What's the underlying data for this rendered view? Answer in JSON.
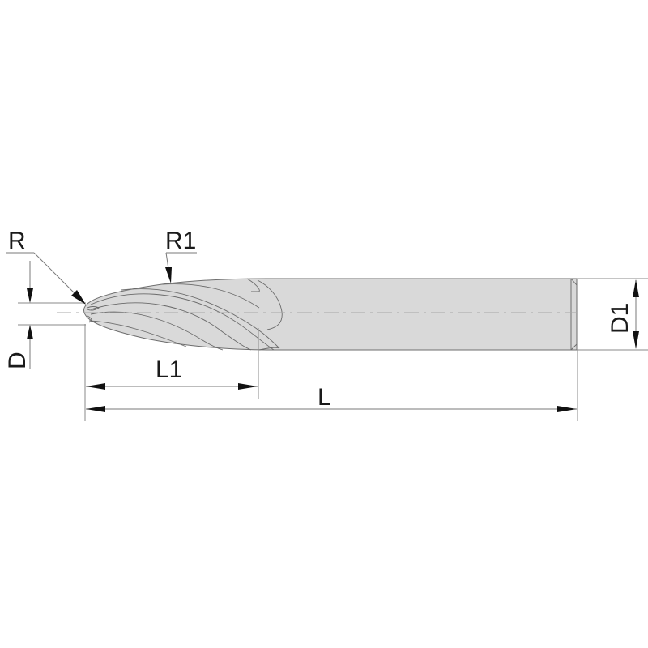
{
  "diagram": {
    "subject": "tapered ball-nose end mill",
    "colors": {
      "background": "#ffffff",
      "tool_body": "#d9d9d9",
      "outline": "#6e6e6e",
      "dimension_lines": "#7a7a7a",
      "arrowheads": "#111111",
      "labels": "#1a1a1a"
    },
    "labels": {
      "tip_radius": "R",
      "taper_radius": "R1",
      "tip_diameter": "D",
      "shank_diameter": "D1",
      "flute_length": "L1",
      "overall_length": "L"
    }
  }
}
